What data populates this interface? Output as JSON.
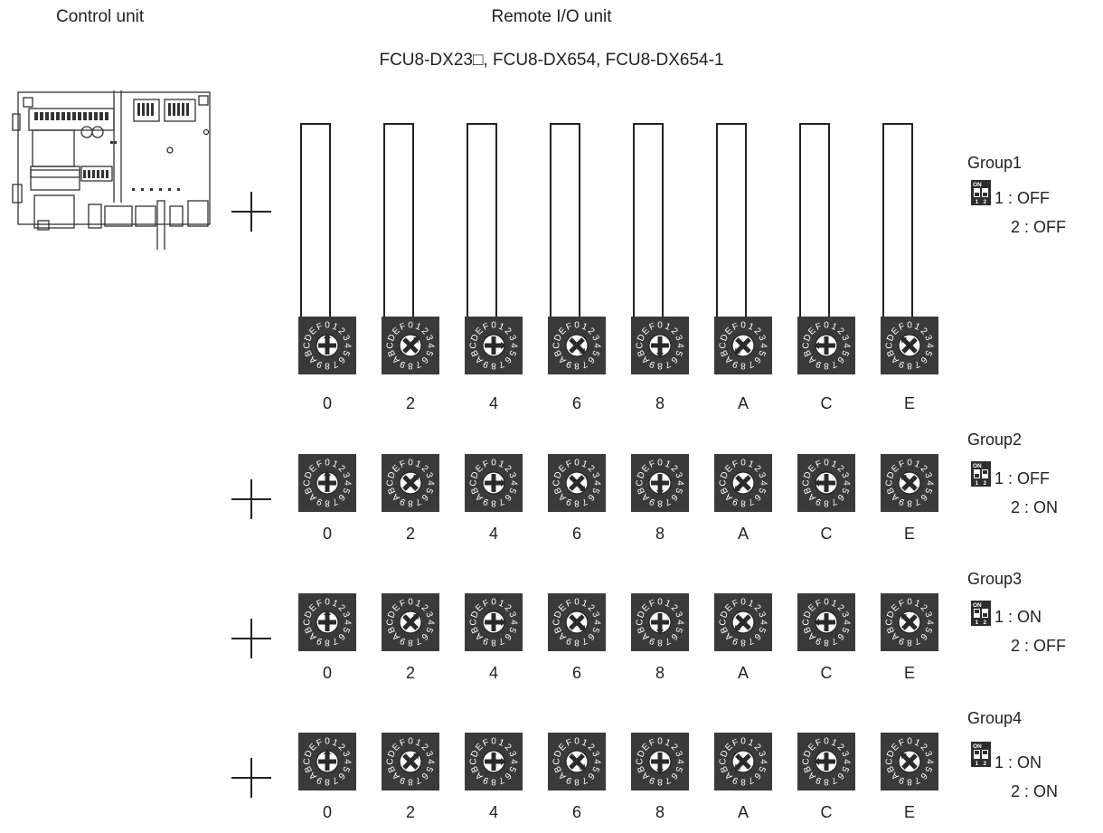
{
  "header": {
    "control_unit": "Control unit",
    "remote_unit": "Remote I/O unit",
    "models": "FCU8-DX23□, FCU8-DX654, FCU8-DX654-1"
  },
  "dial_chars": "0123456789ABCDEF",
  "groups": [
    {
      "title": "Group1",
      "dip_on": "ON",
      "dip_nums": [
        "1",
        "2"
      ],
      "sw1": "1 : OFF",
      "sw2": "2 : OFF",
      "switch1_on": false,
      "switch2_on": false,
      "rotaries": [
        "0",
        "2",
        "4",
        "6",
        "8",
        "A",
        "C",
        "E"
      ]
    },
    {
      "title": "Group2",
      "dip_on": "ON",
      "dip_nums": [
        "1",
        "2"
      ],
      "sw1": "1 : OFF",
      "sw2": "2 : ON",
      "switch1_on": false,
      "switch2_on": true,
      "rotaries": [
        "0",
        "2",
        "4",
        "6",
        "8",
        "A",
        "C",
        "E"
      ]
    },
    {
      "title": "Group3",
      "dip_on": "ON",
      "dip_nums": [
        "1",
        "2"
      ],
      "sw1": "1 : ON",
      "sw2": "2 : OFF",
      "switch1_on": true,
      "switch2_on": false,
      "rotaries": [
        "0",
        "2",
        "4",
        "6",
        "8",
        "A",
        "C",
        "E"
      ]
    },
    {
      "title": "Group4",
      "dip_on": "ON",
      "dip_nums": [
        "1",
        "2"
      ],
      "sw1": "1 : ON",
      "sw2": "2 : ON",
      "switch1_on": true,
      "switch2_on": true,
      "rotaries": [
        "0",
        "2",
        "4",
        "6",
        "8",
        "A",
        "C",
        "E"
      ]
    }
  ]
}
